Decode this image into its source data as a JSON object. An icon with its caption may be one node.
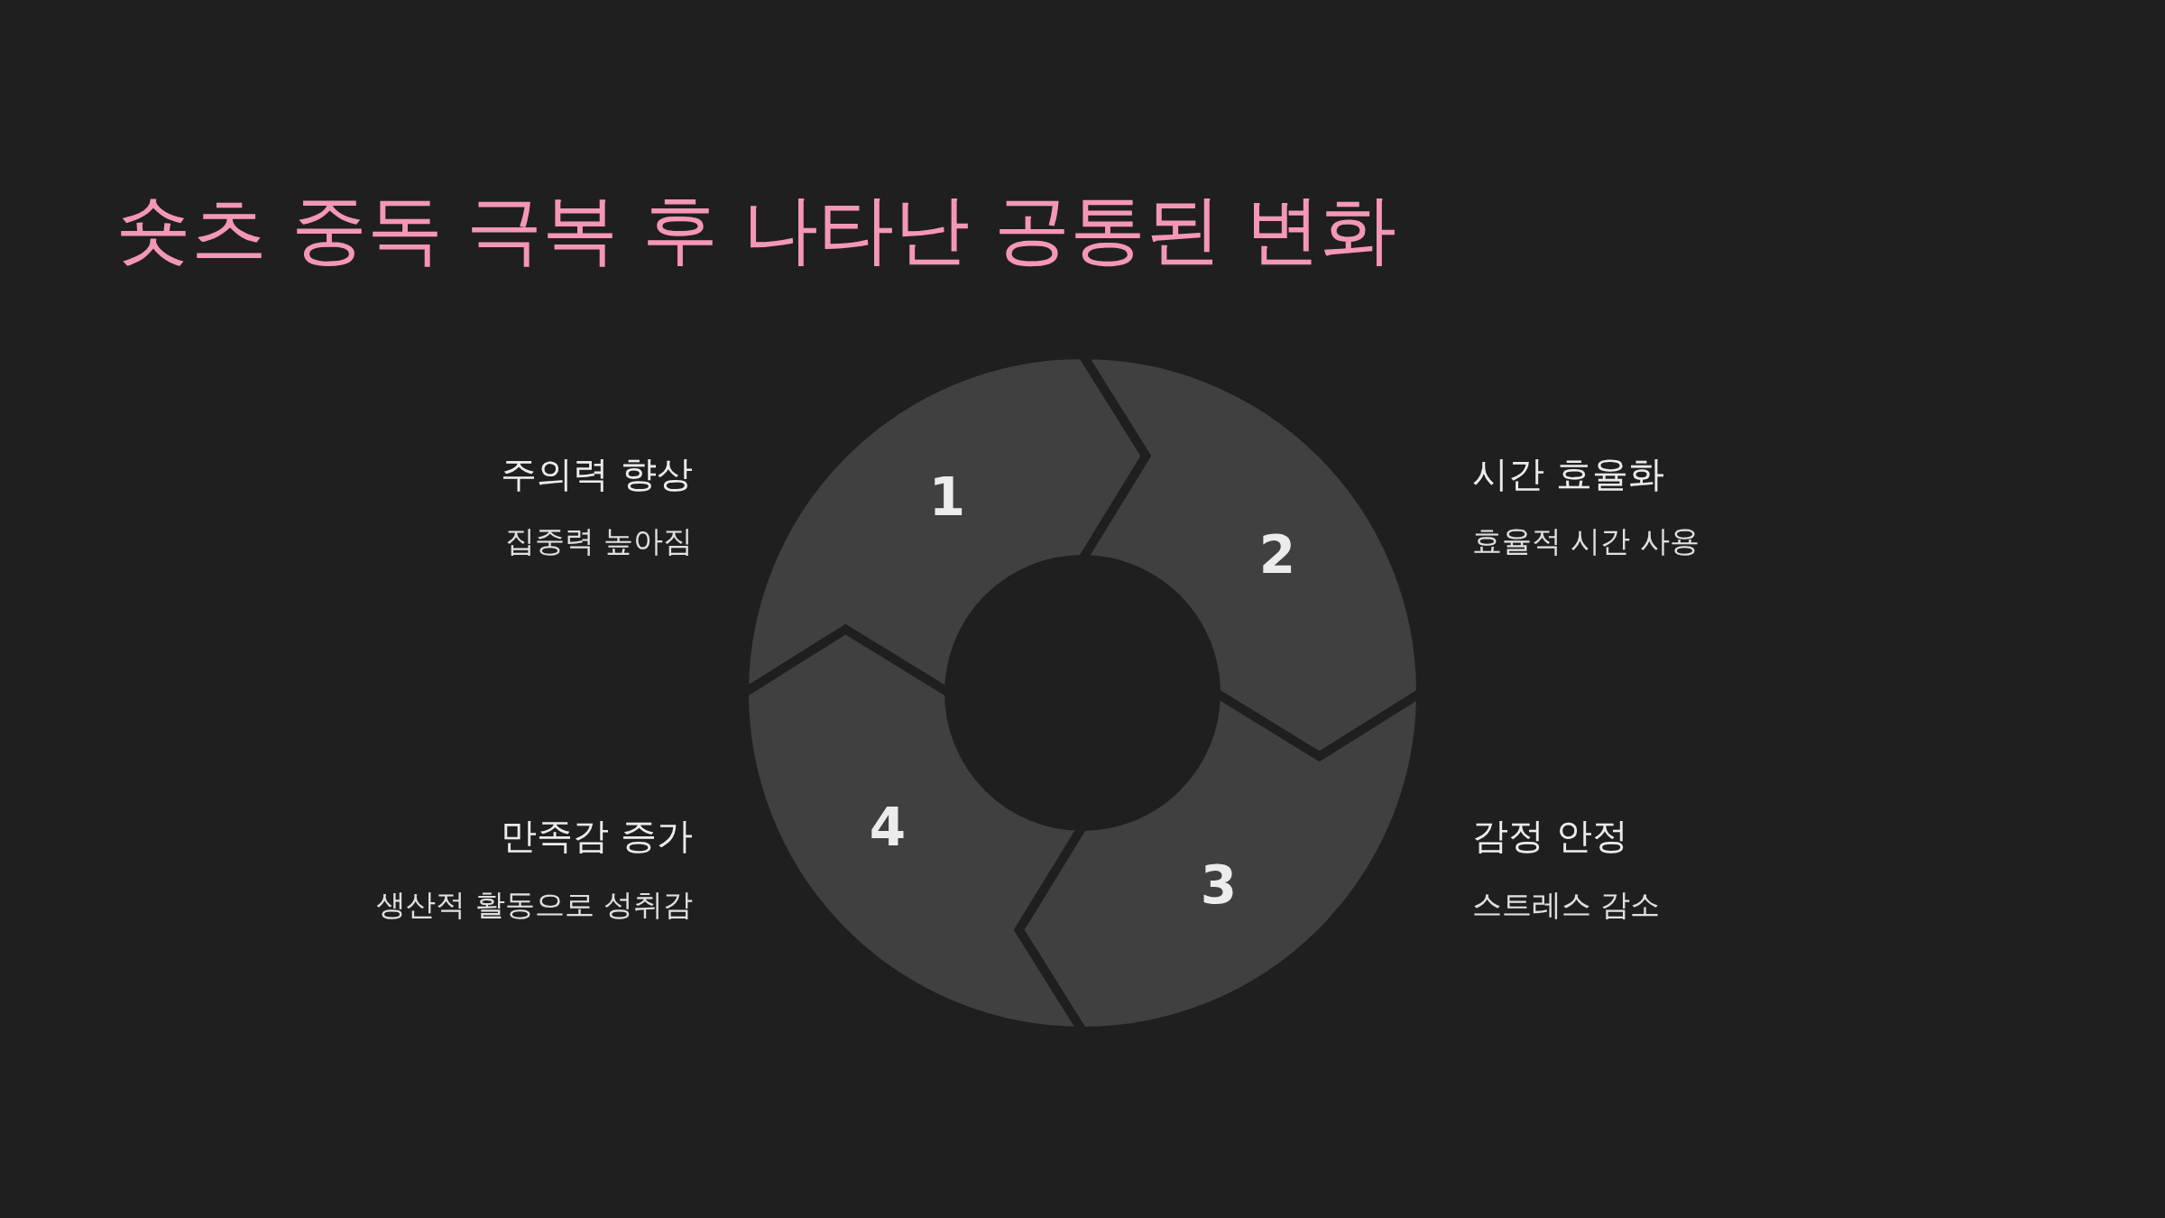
{
  "diagram": {
    "title": "숏츠 중독 극복 후 나타난 공통된 변화",
    "nodes": [
      {
        "text": [
          "1"
        ],
        "beside": [
          "주의력 향상",
          "집중력 높아짐"
        ]
      },
      {
        "text": [
          "2"
        ],
        "beside": [
          "시간 효율화",
          "효율적 시간 사용"
        ]
      },
      {
        "text": [
          "3"
        ],
        "beside": [
          "감정 안정",
          "스트레스 감소"
        ]
      },
      {
        "text": [
          "4"
        ],
        "beside": [
          "만족감 증가",
          "생산적 활동으로 성취감"
        ]
      }
    ]
  }
}
